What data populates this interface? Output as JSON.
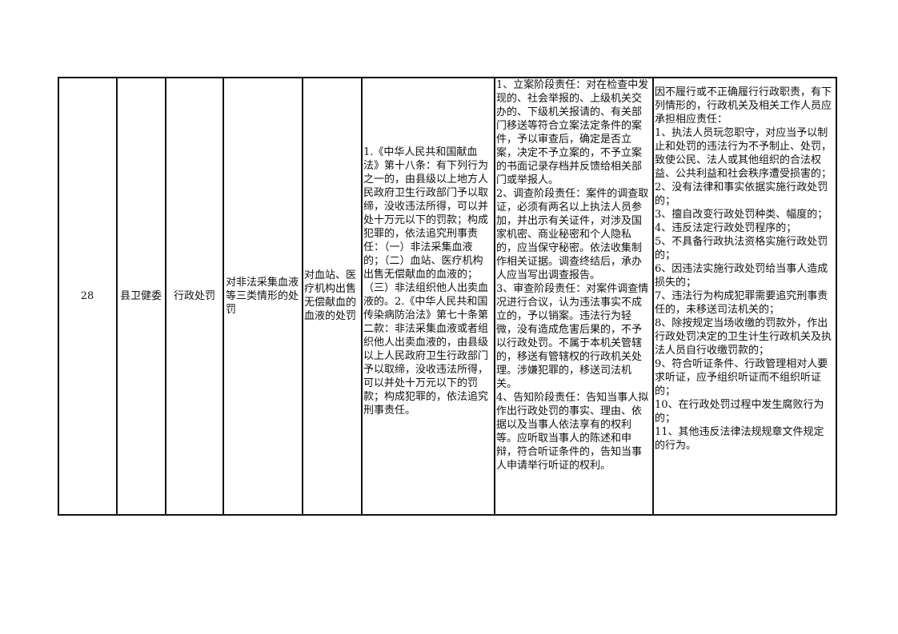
{
  "row": {
    "index": "28",
    "department": "县卫健委",
    "category": "行政处罚",
    "item_name": "对非法采集血液等三类情形的处罚",
    "sub_item": "对血站、医疗机构出售无偿献血的血液的处罚",
    "legal_basis": "1.《中华人民共和国献血法》第十八条：有下列行为之一的，由县级以上地方人民政府卫生行政部门予以取缔，没收违法所得，可以并处十万元以下的罚款；构成犯罪的，依法追究刑事责任：（一）非法采集血液的；（二）血站、医疗机构出售无偿献血的血液的；（三）非法组织他人出卖血液的。2.《中华人民共和国传染病防治法》第七十条第二款：非法采集血液或者组织他人出卖血液的，由县级以上人民政府卫生行政部门予以取缔，没收违法所得，可以并处十万元以下的罚款；构成犯罪的，依法追究刑事责任。",
    "responsibilities": [
      "1、立案阶段责任：对在检查中发现的、社会举报的、上级机关交办的、下级机关报请的、有关部门移送等符合立案法定条件的案件，予以审查后，确定是否立案，决定不予立案的，不予立案的书面记录存档并反馈给相关部门或举报人。",
      "2、调查阶段责任：案件的调查取证，必须有两名以上执法人员参加，并出示有关证件，对涉及国家机密、商业秘密和个人隐私的，应当保守秘密。依法收集制作相关证据。调查终结后，承办人应当写出调查报告。",
      "3、审查阶段责任：对案件调查情况进行合议，认为违法事实不成立的，予以销案。违法行为轻微，没有造成危害后果的，不予以行政处罚。不属于本机关管辖的，移送有管辖权的行政机关处理。涉嫌犯罪的，移送司法机关。",
      "4、告知阶段责任：告知当事人拟作出行政处罚的事实、理由、依据以及当事人依法享有的权利等。应听取当事人的陈述和申辩，符合听证条件的，告知当事人申请举行听证的权利。"
    ],
    "accountability_intro": "因不履行或不正确履行行政职责，有下列情形的，行政机关及相关工作人员应承担相应责任：",
    "accountability": [
      "1、执法人员玩忽职守，对应当予以制止和处罚的违法行为不予制止、处罚，致使公民、法人或其他组织的合法权益、公共利益和社会秩序遭受损害的；",
      "2、没有法律和事实依据实施行政处罚的；",
      "3、擅自改变行政处罚种类、幅度的；",
      "4、违反法定行政处罚程序的；",
      "5、不具备行政执法资格实施行政处罚的；",
      "6、因违法实施行政处罚给当事人造成损失的；",
      "7、违法行为构成犯罪需要追究刑事责任的，未移送司法机关的；",
      "8、除按规定当场收缴的罚款外，作出行政处罚决定的卫生计生行政机关及执法人员自行收缴罚款的；",
      "9、符合听证条件、行政管理相对人要求听证，应予组织听证而不组织听证的；",
      "10、在行政处罚过程中发生腐败行为的；",
      "11、其他违反法律法规规章文件规定的行为。"
    ]
  }
}
